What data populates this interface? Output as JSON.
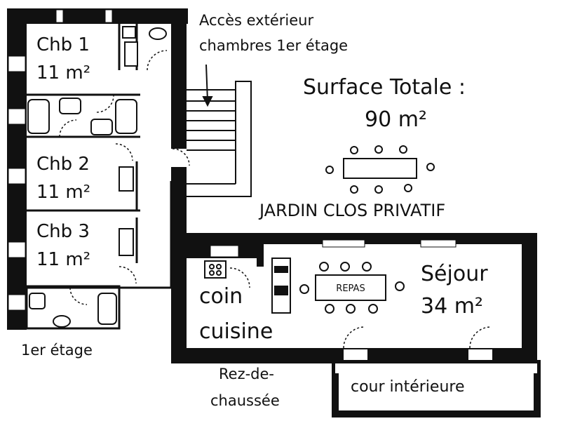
{
  "access": {
    "line1": "Accès extérieur",
    "line2": "chambres 1er étage"
  },
  "surface": {
    "title": "Surface Totale :",
    "value": "90 m²"
  },
  "garden": {
    "label": "JARDIN CLOS PRIVATIF"
  },
  "floor1": {
    "label": "1er étage",
    "rooms": [
      {
        "name": "Chb 1",
        "area": "11 m²"
      },
      {
        "name": "Chb 2",
        "area": "11 m²"
      },
      {
        "name": "Chb 3",
        "area": "11 m²"
      }
    ]
  },
  "ground": {
    "label_line1": "Rez-de-",
    "label_line2": "chaussée",
    "kitchen": {
      "line1": "coin",
      "line2": "cuisine"
    },
    "living": {
      "name": "Séjour",
      "area": "34 m²"
    },
    "table": "REPAS",
    "courtyard": "cour intérieure"
  },
  "colors": {
    "wall": "#111111",
    "background": "#ffffff",
    "ink": "#111111"
  }
}
